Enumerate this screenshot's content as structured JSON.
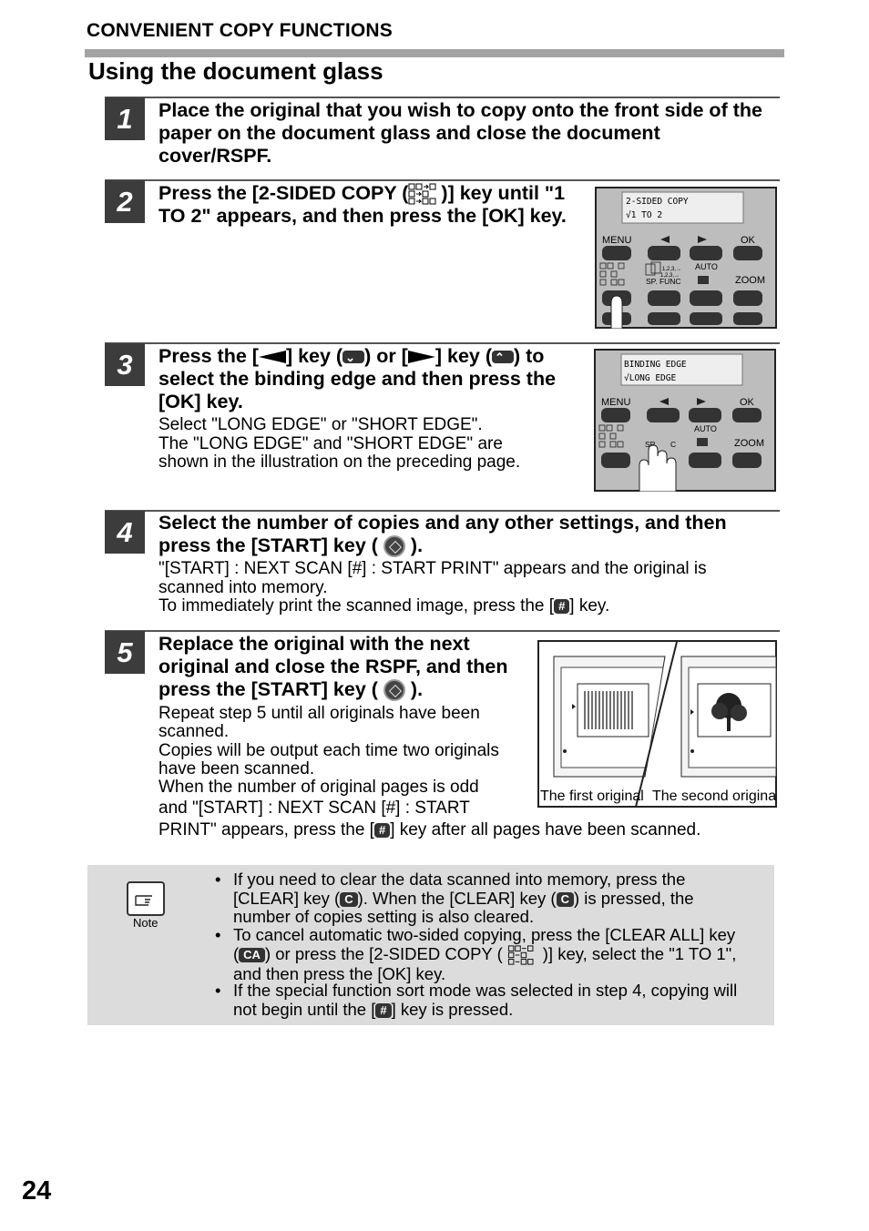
{
  "header": {
    "section": "CONVENIENT COPY FUNCTIONS",
    "title": "Using the document glass"
  },
  "steps": [
    {
      "number": "1",
      "heading": "Place the original that you wish to copy onto the front side of the paper on the document glass and close the document cover/RSPF."
    },
    {
      "number": "2",
      "heading_a": "Press the [2-SIDED COPY (",
      "heading_b": ")] key until \"1 TO 2\" appears, and then press the [OK] key.",
      "lcd": [
        "2-SIDED COPY",
        "√1 TO 2"
      ]
    },
    {
      "number": "3",
      "heading_a": "Press the [",
      "heading_b": "] key (",
      "heading_c": ") or [",
      "heading_d": "] key (",
      "heading_e": ") to select the binding edge and then press the [OK] key.",
      "body": [
        "Select \"LONG EDGE\" or \"SHORT EDGE\".",
        "The \"LONG EDGE\" and \"SHORT EDGE\" are",
        "shown in the illustration on the preceding page."
      ],
      "lcd": [
        "BINDING EDGE",
        "√LONG EDGE"
      ]
    },
    {
      "number": "4",
      "heading_a": "Select the number of copies and any other settings, and then press the [START] key (",
      "heading_b": ").",
      "body_a": "\"[START] : NEXT SCAN  [#] : START PRINT\" appears and the original is scanned into memory.",
      "body_b1": "To immediately print the scanned image, press the [",
      "body_b2": "] key."
    },
    {
      "number": "5",
      "heading_a": "Replace the original with the next original and close the RSPF, and then press the [START] key (",
      "heading_b": ").",
      "body_lines": [
        "Repeat step 5 until all originals have been",
        "scanned.",
        "Copies will be output each time two originals",
        "have been scanned.",
        "When the number of original pages is odd",
        "and \"[START] : NEXT SCAN  [#] : START"
      ],
      "body_last_a": "PRINT\" appears, press the [",
      "body_last_b": "] key after all pages have been scanned.",
      "captions": [
        "The first original",
        "The second original"
      ]
    }
  ],
  "panel": {
    "menu": "MENU",
    "ok": "OK",
    "auto": "AUTO",
    "zoom": "ZOOM",
    "sp_func": "SP. FUNC",
    "sp_func_step3": "SP",
    "sp_func_step3_b": "C",
    "sort_label": "1,2,3,→\n1,2,3,→"
  },
  "keys": {
    "hash": "#",
    "clear": "C",
    "clear_all": "CA"
  },
  "note": {
    "label": "Note",
    "bullets": [
      {
        "lines": [
          [
            "If you need to clear the data scanned into memory, press the"
          ],
          [
            "[CLEAR] key (",
            "KEY:C",
            "). When the [CLEAR] key (",
            "KEY:C",
            ") is pressed, the"
          ],
          [
            "number of copies setting is also cleared."
          ]
        ]
      },
      {
        "lines": [
          [
            "To cancel automatic two-sided copying, press the [CLEAR ALL] key"
          ],
          [
            "(",
            "KEY:CA",
            ") or press the [2-SIDED COPY (",
            "ICON",
            ")] key, select the \"1 TO 1\","
          ],
          [
            "and then press the [OK] key."
          ]
        ]
      },
      {
        "lines": [
          [
            "If the special function sort mode was selected in step 4, copying will"
          ],
          [
            "not begin until the [",
            "KEY:#",
            "] key is pressed."
          ]
        ]
      }
    ]
  },
  "page_number": "24"
}
